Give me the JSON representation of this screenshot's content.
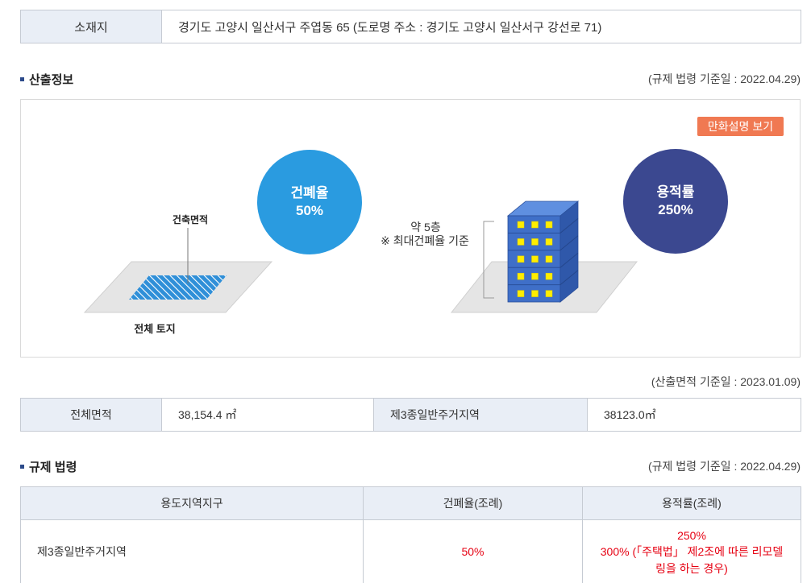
{
  "location": {
    "label": "소재지",
    "value": "경기도 고양시 일산서구 주엽동 65 (도로명 주소 : 경기도 고양시 일산서구 강선로 71)"
  },
  "calc_section": {
    "title": "산출정보",
    "bullet_icon": "square-bullet-icon",
    "base_date_note": "(규제 법령 기준일 : 2022.04.29)",
    "comic_button_label": "만화설명 보기",
    "coverage": {
      "label": "건폐율",
      "value": "50%"
    },
    "floor_area_ratio": {
      "label": "용적률",
      "value": "250%"
    },
    "building_area_label": "건축면적",
    "total_land_label": "전체 토지",
    "floors_label": "약 5층",
    "floors_note": "※ 최대건폐율 기준",
    "building_floors": 5
  },
  "area": {
    "base_date_note": "(산출면적 기준일 : 2023.01.09)",
    "total_area_label": "전체면적",
    "total_area_value": "38,154.4 ㎡",
    "zone_name": "제3종일반주거지역",
    "zone_area_value": "38123.0㎡"
  },
  "regulation": {
    "title": "규제 법령",
    "bullet_icon": "square-bullet-icon",
    "base_date_note": "(규제 법령 기준일 : 2022.04.29)",
    "headers": [
      "용도지역지구",
      "건폐율(조례)",
      "용적률(조례)"
    ],
    "rows": [
      {
        "zone": "제3종일반주거지역",
        "coverage": "50%",
        "floor_area_ratio": [
          "250%",
          "300% (「주택법」 제2조에 따른 리모델링을 하는 경우)"
        ]
      }
    ]
  },
  "colors": {
    "coverage_circle": "#2a9be0",
    "far_circle": "#3b4890",
    "comic_button": "#f07952",
    "limit_red": "#e60012",
    "header_bg": "#e9eef6",
    "building_area_fill": "#2f8fd8",
    "window": "#ffee00"
  }
}
